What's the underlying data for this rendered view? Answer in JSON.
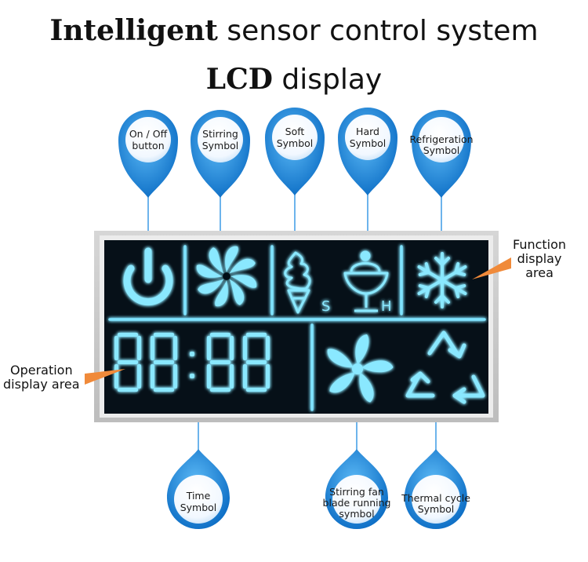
{
  "titles": {
    "line1_bold": "Intelligent",
    "line1_rest": " sensor control system",
    "line2_bold": "LCD",
    "line2_rest": " display"
  },
  "top_pins": [
    {
      "line1": "On / Off",
      "line2": "button"
    },
    {
      "line1": "Stirring",
      "line2": "Symbol"
    },
    {
      "line1": "Soft",
      "line2": "Symbol"
    },
    {
      "line1": "Hard",
      "line2": "Symbol"
    },
    {
      "line1": "Refrigeration",
      "line2": "Symbol"
    }
  ],
  "bottom_pins": [
    {
      "line1": "Time",
      "line2": "Symbol",
      "line3": ""
    },
    {
      "line1": "Stirring fan",
      "line2": "blade running",
      "line3": "symbol"
    },
    {
      "line1": "Thermal cycle",
      "line2": "Symbol",
      "line3": ""
    }
  ],
  "side_labels": {
    "function_line1": "Function",
    "function_line2": "display",
    "function_line3": "area",
    "operation_line1": "Operation",
    "operation_line2": "display area"
  },
  "lcd": {
    "time_display": "88:88",
    "soft_letter": "S",
    "hard_letter": "H"
  },
  "colors": {
    "pin_blue": "#1e8fe0",
    "lcd_glow": "#7fe3ff",
    "lcd_bg": "#061018",
    "arrow_orange": "#f08a3a"
  }
}
